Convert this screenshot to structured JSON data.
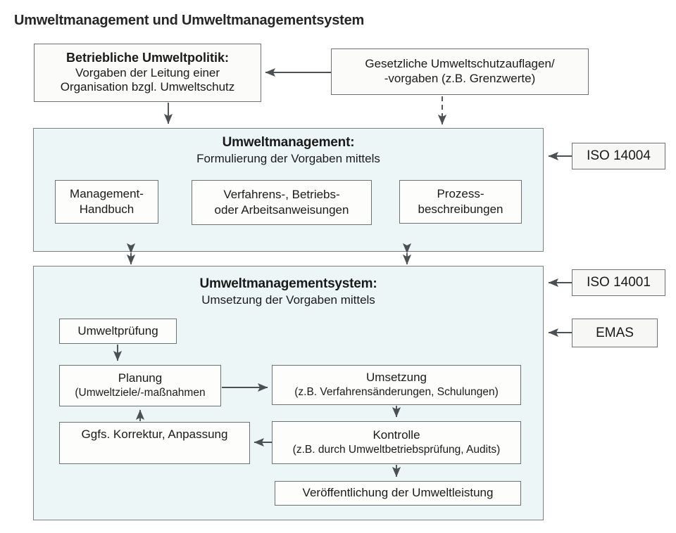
{
  "page": {
    "title": "Umweltmanagement und Umweltmanagementsystem"
  },
  "top_row": {
    "policy_box": {
      "title": "Betriebliche Umweltpolitik:",
      "line1": "Vorgaben der Leitung einer",
      "line2": "Organisation bzgl. Umweltschutz"
    },
    "legal_box": {
      "line1": "Gesetzliche Umweltschutzauflagen/",
      "line2": "-vorgaben (z.B. Grenzwerte)"
    }
  },
  "management": {
    "title": "Umweltmanagement:",
    "subtitle": "Formulierung der Vorgaben mittels",
    "items": [
      {
        "line1": "Management-",
        "line2": "Handbuch"
      },
      {
        "line1": "Verfahrens-, Betriebs-",
        "line2": "oder Arbeitsanweisungen"
      },
      {
        "line1": "Prozess-",
        "line2": "beschreibungen"
      }
    ]
  },
  "management_system": {
    "title": "Umweltmanagementsystem:",
    "subtitle": "Umsetzung der Vorgaben mittels",
    "nodes": {
      "pruefung": {
        "line1": "Umweltprüfung"
      },
      "planung": {
        "line1": "Planung",
        "line2": "(Umweltziele/-maßnahmen"
      },
      "umsetzung": {
        "line1": "Umsetzung",
        "line2": "(z.B. Verfahrensänderungen, Schulungen)"
      },
      "korrektur": {
        "line1": "Ggfs. Korrektur, Anpassung"
      },
      "kontrolle": {
        "line1": "Kontrolle",
        "line2": "(z.B. durch Umweltbetriebsprüfung, Audits)"
      },
      "veroeffentlichung": {
        "line1": "Veröffentlichung der Umweltleistung"
      }
    }
  },
  "standards": [
    {
      "label": "ISO 14004"
    },
    {
      "label": "ISO 14001"
    },
    {
      "label": "EMAS"
    }
  ],
  "colors": {
    "container_fill": "#edf6f7",
    "container_stroke": "#7a8083",
    "node_fill": "#fdfdfb",
    "node_stroke": "#6b7275",
    "arrow": "#4a5053",
    "text": "#1a1a1a"
  }
}
